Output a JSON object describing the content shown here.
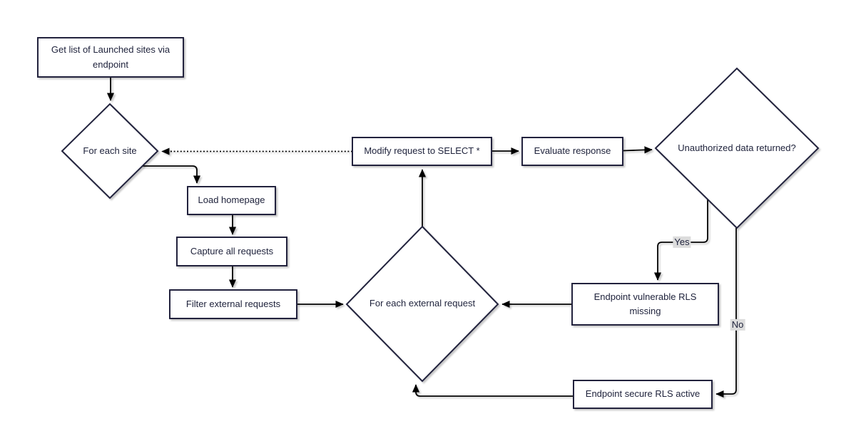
{
  "diagram": {
    "type": "flowchart",
    "background": "#ffffff",
    "colors": {
      "node_fill": "#ffffff",
      "node_stroke": "#20243d",
      "text": "#20243d",
      "edge": "#000000",
      "edge_label_bg": "#dcdcdc"
    },
    "nodes": {
      "get_list": {
        "shape": "rectangle",
        "label": "Get list of Launched sites via endpoint"
      },
      "for_each_site": {
        "shape": "diamond",
        "label": "For each site"
      },
      "load_homepage": {
        "shape": "rectangle",
        "label": "Load homepage"
      },
      "capture_requests": {
        "shape": "rectangle",
        "label": "Capture all requests"
      },
      "filter_requests": {
        "shape": "rectangle",
        "label": "Filter external requests"
      },
      "for_each_external": {
        "shape": "diamond",
        "label": "For each external request"
      },
      "modify_request": {
        "shape": "rectangle",
        "label": "Modify request to SELECT *"
      },
      "evaluate_response": {
        "shape": "rectangle",
        "label": "Evaluate response"
      },
      "unauthorized_returned": {
        "shape": "diamond",
        "label": "Unauthorized data returned?"
      },
      "endpoint_vulnerable": {
        "shape": "rectangle",
        "label": "Endpoint vulnerable RLS missing"
      },
      "endpoint_secure": {
        "shape": "rectangle",
        "label": "Endpoint secure RLS active"
      }
    },
    "edge_labels": {
      "yes": "Yes",
      "no": "No"
    },
    "edges": [
      {
        "from": "get_list",
        "to": "for_each_site",
        "style": "solid",
        "label": ""
      },
      {
        "from": "for_each_site",
        "to": "load_homepage",
        "style": "solid",
        "label": ""
      },
      {
        "from": "load_homepage",
        "to": "capture_requests",
        "style": "solid",
        "label": ""
      },
      {
        "from": "capture_requests",
        "to": "filter_requests",
        "style": "solid",
        "label": ""
      },
      {
        "from": "filter_requests",
        "to": "for_each_external",
        "style": "solid",
        "label": ""
      },
      {
        "from": "for_each_external",
        "to": "modify_request",
        "style": "solid",
        "label": ""
      },
      {
        "from": "modify_request",
        "to": "evaluate_response",
        "style": "solid",
        "label": ""
      },
      {
        "from": "evaluate_response",
        "to": "unauthorized_returned",
        "style": "solid",
        "label": ""
      },
      {
        "from": "modify_request",
        "to": "for_each_site",
        "style": "dotted",
        "label": ""
      },
      {
        "from": "unauthorized_returned",
        "to": "endpoint_vulnerable",
        "style": "solid",
        "label": "Yes"
      },
      {
        "from": "endpoint_vulnerable",
        "to": "for_each_external",
        "style": "solid",
        "label": ""
      },
      {
        "from": "unauthorized_returned",
        "to": "endpoint_secure",
        "style": "solid",
        "label": "No"
      },
      {
        "from": "endpoint_secure",
        "to": "for_each_external",
        "style": "solid",
        "label": ""
      }
    ]
  }
}
